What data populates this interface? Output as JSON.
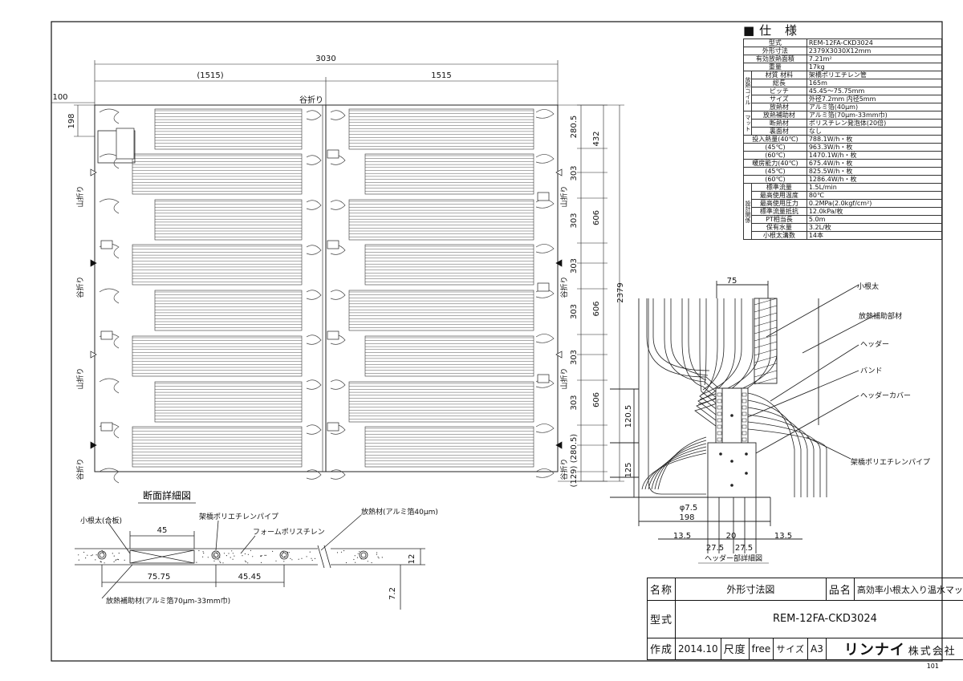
{
  "spec": {
    "title": "■仕 様",
    "rows": [
      {
        "label": "型式",
        "value": "REM-12FA-CKD3024"
      },
      {
        "label": "外形寸法",
        "value": "2379X3030X12mm"
      },
      {
        "label": "有効放熱面積",
        "value": "7.21m²"
      },
      {
        "label": "重量",
        "value": "17kg"
      },
      {
        "label": "材質 材料",
        "value": "架橋ポリエチレン管"
      },
      {
        "label": "総長",
        "value": "165m"
      },
      {
        "label": "ピッチ",
        "value": "45.45〜75.75mm"
      },
      {
        "label": "サイズ",
        "value": "外径7.2mm 内径5mm"
      },
      {
        "label": "放熱材",
        "value": "アルミ箔(40μm)"
      },
      {
        "label": "放熱補助材",
        "value": "アルミ箔(70μm-33mm巾)"
      },
      {
        "label": "断熱材",
        "value": "ポリスチレン発泡体(20倍)"
      },
      {
        "label": "裏面材",
        "value": "なし"
      },
      {
        "label": "投入熱量(40℃)",
        "value": "788.1W/h・枚"
      },
      {
        "label": "(45℃)",
        "value": "963.3W/h・枚"
      },
      {
        "label": "(60℃)",
        "value": "1470.1W/h・枚"
      },
      {
        "label": "暖房能力(40℃)",
        "value": "675.4W/h・枚"
      },
      {
        "label": "(45℃)",
        "value": "825.5W/h・枚"
      },
      {
        "label": "(60℃)",
        "value": "1286.4W/h・枚"
      },
      {
        "label": "標準流量",
        "value": "1.5L/min"
      },
      {
        "label": "最高使用温度",
        "value": "80℃"
      },
      {
        "label": "最高使用圧力",
        "value": "0.2MPa(2.0kgf/cm²)"
      },
      {
        "label": "標準流量抵抗",
        "value": "12.0kPa/枚"
      },
      {
        "label": "PT相当長",
        "value": "5.0m"
      },
      {
        "label": "保有水量",
        "value": "3.2L/枚"
      },
      {
        "label": "小根太溝数",
        "value": "14本"
      }
    ],
    "groups": {
      "coil": "放熱コイル",
      "mat": "マット",
      "design": "設計関係"
    }
  },
  "plan": {
    "dim_total_width": "3030",
    "dim_left_half": "(1515)",
    "dim_right_half": "1515",
    "dim_left_offset": "100",
    "dim_header_height": "198",
    "fold_valley": "谷折り",
    "fold_mountain": "山折り",
    "dims_right_small": [
      "280.5",
      "303",
      "303",
      "303",
      "303",
      "303",
      "303",
      "(280.5)",
      "(129)"
    ],
    "dims_right_mid": [
      "432",
      "606",
      "606",
      "606"
    ],
    "dim_total_height": "2379",
    "dims_right_bottom": [
      "120.5",
      "125"
    ]
  },
  "section": {
    "title": "断面詳細図",
    "label_joist": "小根太(合板)",
    "label_pipe": "架橋ポリエチレンパイプ",
    "label_foam": "フォームポリスチレン",
    "label_radiator": "放熱材(アルミ箔40μm)",
    "label_aux": "放熱補助材(アルミ箔70μm-33mm巾)",
    "dim_45": "45",
    "dim_7575": "75.75",
    "dim_4545": "45.45",
    "dim_12": "12",
    "dim_72": "7.2"
  },
  "header_detail": {
    "title": "ヘッダー部詳細図",
    "label_joist": "小根太",
    "label_aux": "放熱補助部材",
    "label_header": "ヘッダー",
    "label_band": "バンド",
    "label_cover": "ヘッダーカバー",
    "label_pipe": "架橋ポリエチレンパイプ",
    "dim_75": "75",
    "dim_phi": "φ7.5",
    "dim_198": "198",
    "dim_135a": "13.5",
    "dim_20": "20",
    "dim_135b": "13.5",
    "dim_275a": "27.5",
    "dim_275b": "27.5"
  },
  "title_block": {
    "name_label": "名称",
    "name_value": "外形寸法図",
    "product_label": "品名",
    "product_value": "高効率小根太入り温水マット",
    "model_label": "型式",
    "model_value": "REM-12FA-CKD3024",
    "made_label": "作成",
    "made_value": "2014.10",
    "scale_label": "尺度",
    "scale_value": "free",
    "size_label": "サイズ",
    "size_value": "A3",
    "brand": "リンナイ",
    "company_suffix": "株式会社"
  },
  "sheet_number": "101"
}
